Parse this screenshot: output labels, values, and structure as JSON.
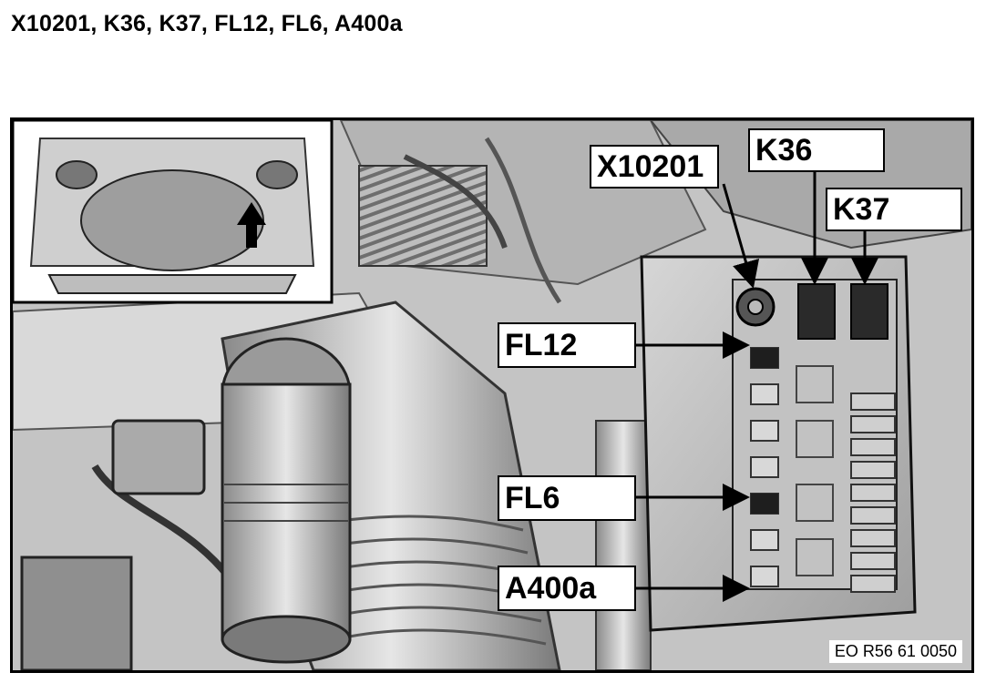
{
  "title": "X10201, K36, K37, FL12, FL6, A400a",
  "callouts": {
    "x10201": "X10201",
    "k36": "K36",
    "k37": "K37",
    "fl12": "FL12",
    "fl6": "FL6",
    "a400a": "A400a"
  },
  "reference_code": "EO R56 61 0050",
  "inset": {
    "description_icon": "up-arrow-icon"
  },
  "colors": {
    "background": "#ffffff",
    "illustration_gray": "#c9c9c9",
    "line": "#000000"
  }
}
